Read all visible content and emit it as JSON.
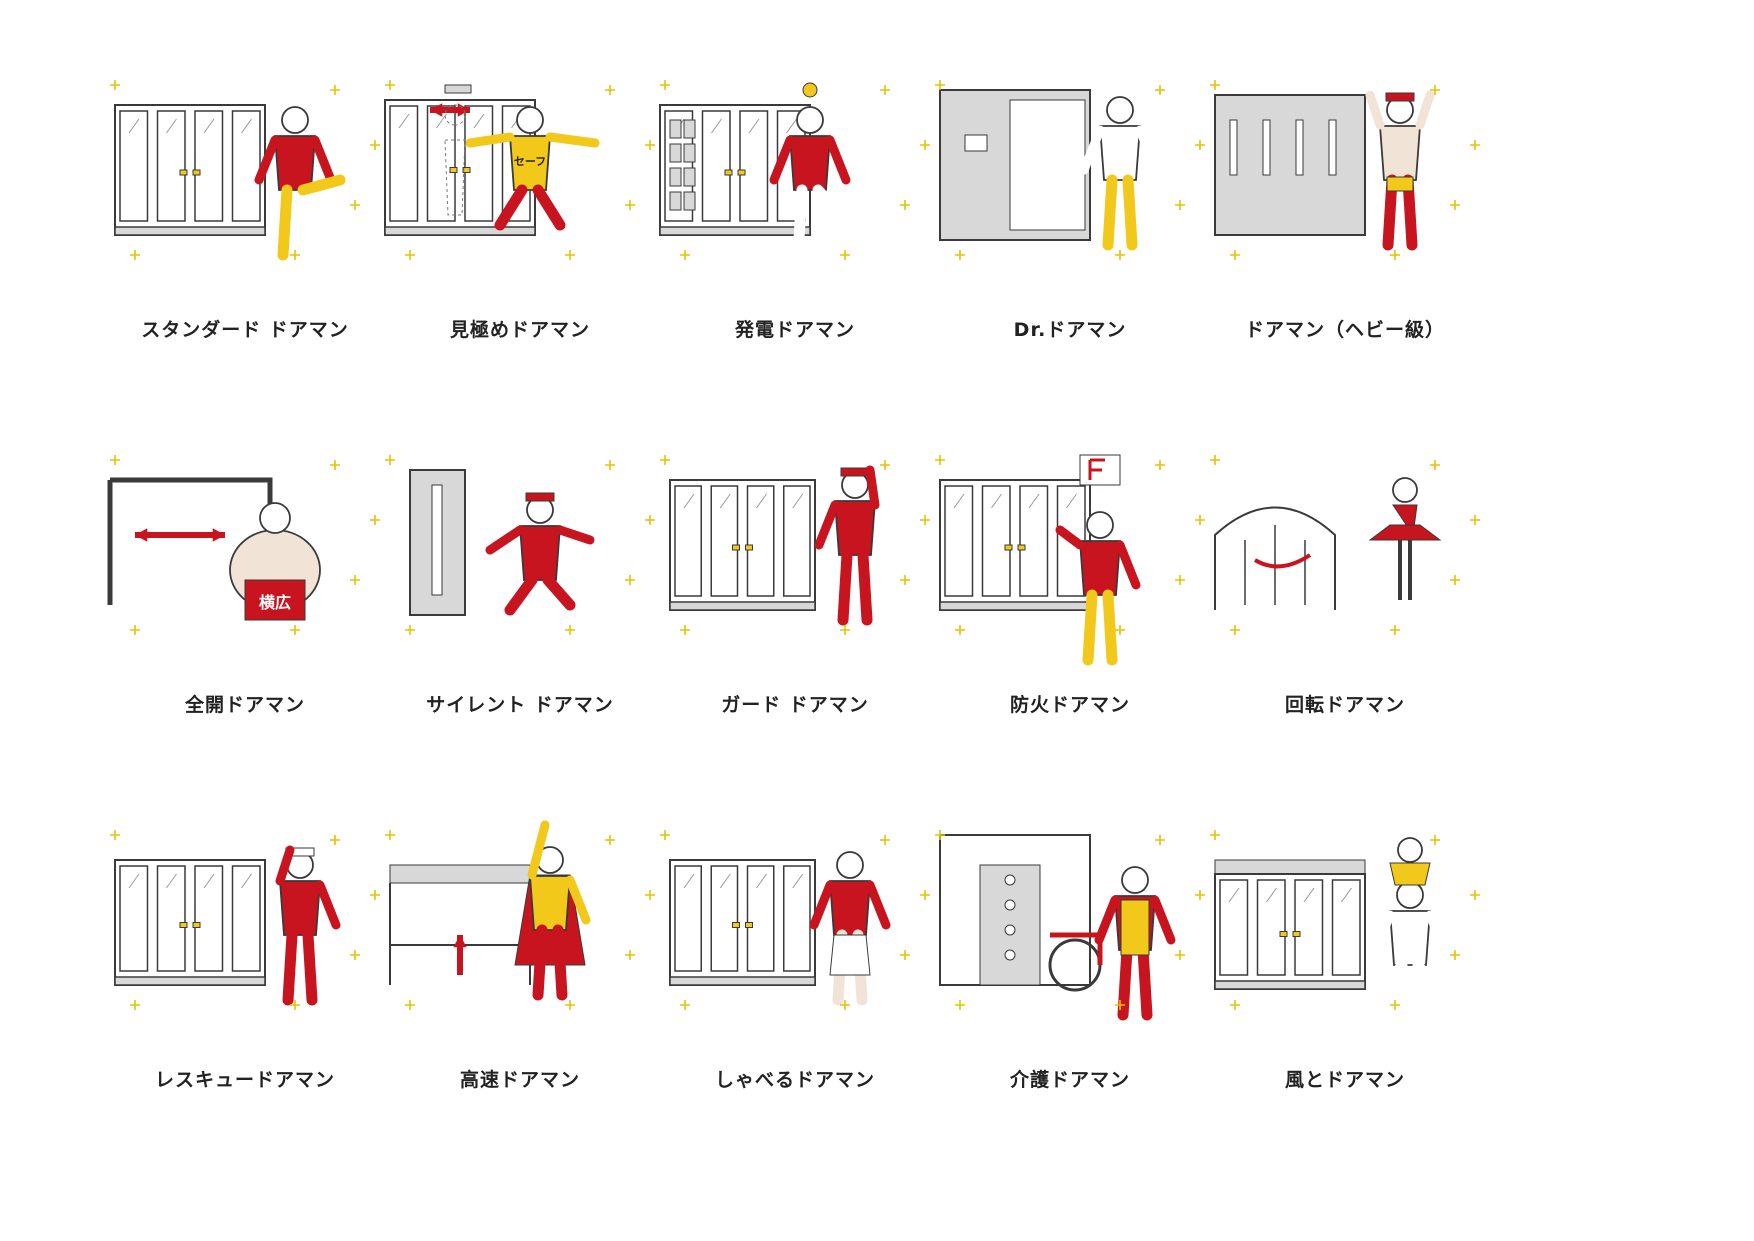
{
  "colors": {
    "accent_red": "#c8141e",
    "accent_yellow": "#f2c81a",
    "door_gray": "#d8d8d8",
    "line": "#3a3a3a",
    "sparkle": "#e6c200"
  },
  "doormen": [
    {
      "label": "スタンダード ドアマン",
      "door": "sliding-glass",
      "figure": "standard"
    },
    {
      "label": "見極めドアマン",
      "door": "sensor-glass",
      "figure": "judge"
    },
    {
      "label": "発電ドアマン",
      "door": "panel-glass",
      "figure": "power"
    },
    {
      "label": "Dr.ドアマン",
      "door": "gray-slide",
      "figure": "doctor"
    },
    {
      "label": "ドアマン（ヘビー級）",
      "door": "heavy-slot",
      "figure": "wrestler"
    },
    {
      "label": "全開ドアマン",
      "door": "full-open",
      "figure": "sumo"
    },
    {
      "label": "サイレント ドアマン",
      "door": "single-slot",
      "figure": "ninja"
    },
    {
      "label": "ガード ドアマン",
      "door": "sliding-glass",
      "figure": "guard"
    },
    {
      "label": "防火ドアマン",
      "door": "sliding-glass",
      "figure": "fire"
    },
    {
      "label": "回転ドアマン",
      "door": "revolving",
      "figure": "ballerina"
    },
    {
      "label": "レスキュードアマン",
      "door": "sliding-glass",
      "figure": "rescue"
    },
    {
      "label": "高速ドアマン",
      "door": "high-speed",
      "figure": "hero"
    },
    {
      "label": "しゃべるドアマン",
      "door": "sliding-glass",
      "figure": "speaker"
    },
    {
      "label": "介護ドアマン",
      "door": "elevator",
      "figure": "care"
    },
    {
      "label": "風とドアマン",
      "door": "wind",
      "figure": "wind"
    }
  ],
  "badges": {
    "safe_shirt": "セーフ",
    "sumo_apron": "横広"
  }
}
